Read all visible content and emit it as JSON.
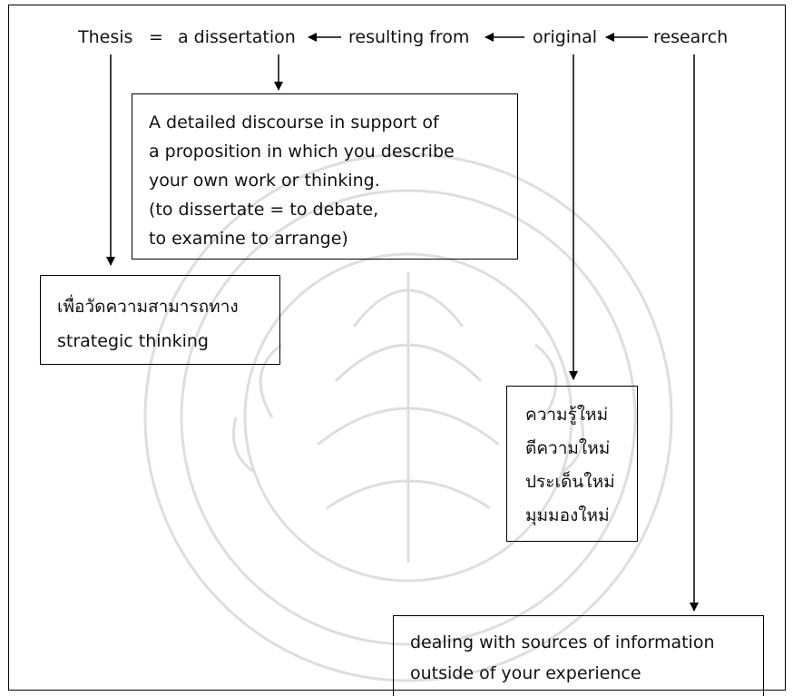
{
  "header": {
    "thesis": "Thesis",
    "equals": "=",
    "dissertation": "a dissertation",
    "resulting_from": "resulting from",
    "original": "original",
    "research": "research"
  },
  "boxes": {
    "definition": [
      "A detailed discourse in support of",
      "a proposition in which you describe",
      "your own work or thinking.",
      "(to dissertate = to debate,",
      "to examine to arrange)"
    ],
    "thesis_purpose": [
      "เพื่อวัดความสามารถทาง",
      "strategic thinking"
    ],
    "originality": [
      "ความรู้ใหม่",
      "ตีความใหม่",
      "ประเด็นใหม่",
      "มุมมองใหม่"
    ],
    "research": [
      "dealing with sources of information",
      "outside of your experience"
    ]
  },
  "colors": {
    "ink": "#111111",
    "watermark": "#d9d9d9"
  }
}
